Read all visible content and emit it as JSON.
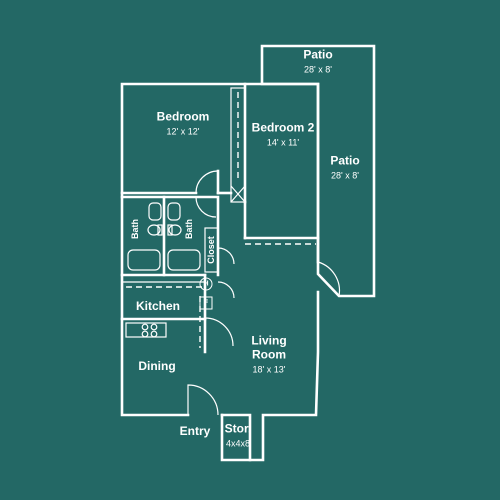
{
  "rooms": {
    "bedroom": {
      "name": "Bedroom",
      "dim": "12' x 12'"
    },
    "bedroom2": {
      "name": "Bedroom 2",
      "dim": "14' x 11'"
    },
    "patio_top": {
      "name": "Patio",
      "dim": "28' x 8'"
    },
    "patio_side": {
      "name": "Patio",
      "dim": "28' x 8'"
    },
    "bath1": {
      "name": "Bath"
    },
    "bath2": {
      "name": "Bath"
    },
    "closet": {
      "name": "Closet"
    },
    "kitchen": {
      "name": "Kitchen"
    },
    "dining": {
      "name": "Dining"
    },
    "living": {
      "name": "Living",
      "name2": "Room",
      "dim": "18' x 13'"
    },
    "entry": {
      "name": "Entry"
    },
    "storage": {
      "name": "Stor.",
      "dim": "4x4x8"
    }
  },
  "symbols": {
    "water_heater": "H",
    "furnace": "F"
  },
  "colors": {
    "background": "#236865",
    "lines": "#ffffff"
  }
}
